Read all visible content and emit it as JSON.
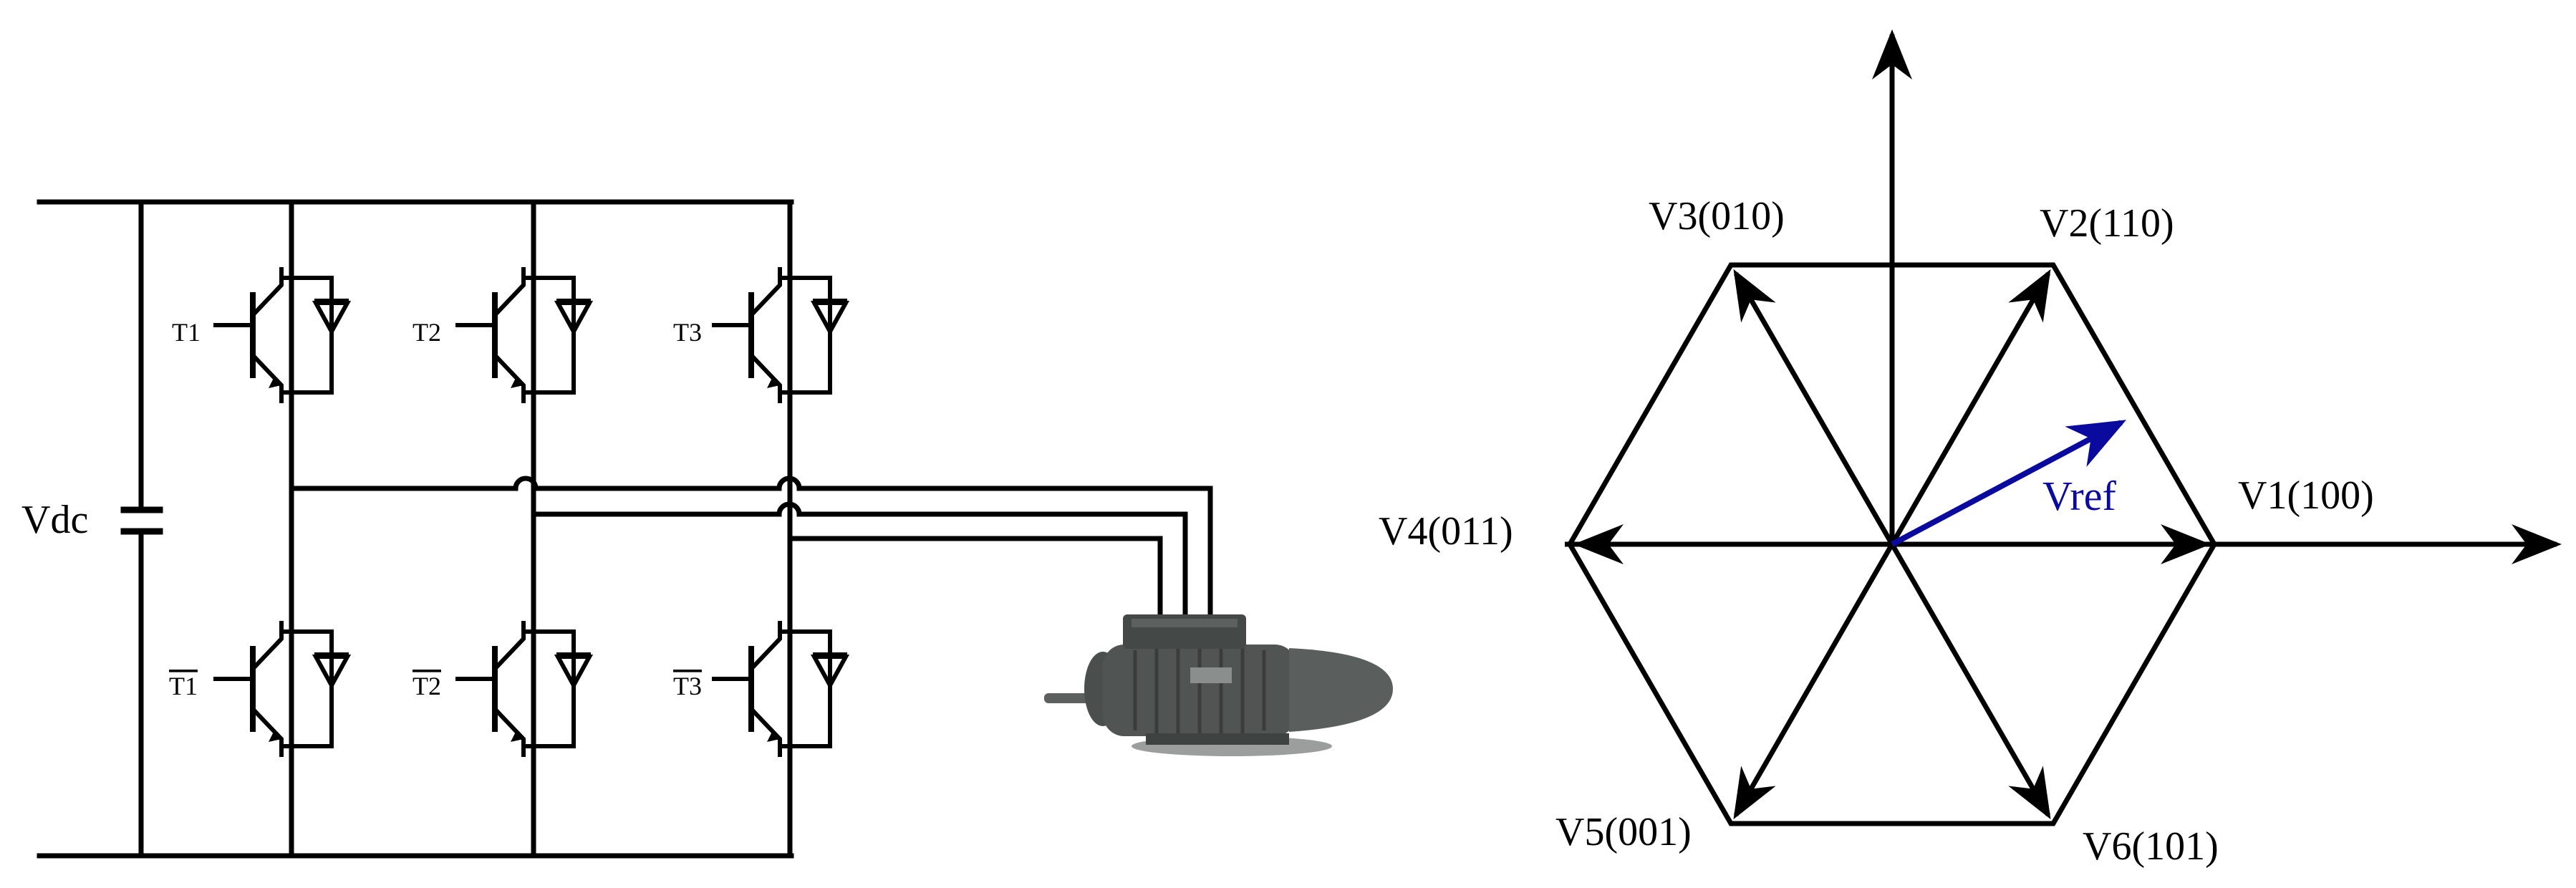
{
  "inverter": {
    "dc_label": "Vdc",
    "upper_switches": [
      "T1",
      "T2",
      "T3"
    ],
    "lower_switches": [
      "T1",
      "T2",
      "T3"
    ]
  },
  "motor": {
    "icon": "induction-motor-icon"
  },
  "space_vector": {
    "vectors": [
      {
        "label": "V1(100)"
      },
      {
        "label": "V2(110)"
      },
      {
        "label": "V3(010)"
      },
      {
        "label": "V4(011)"
      },
      {
        "label": "V5(001)"
      },
      {
        "label": "V6(101)"
      }
    ],
    "reference": {
      "label": "Vref",
      "color": "#0a0a9e"
    }
  }
}
